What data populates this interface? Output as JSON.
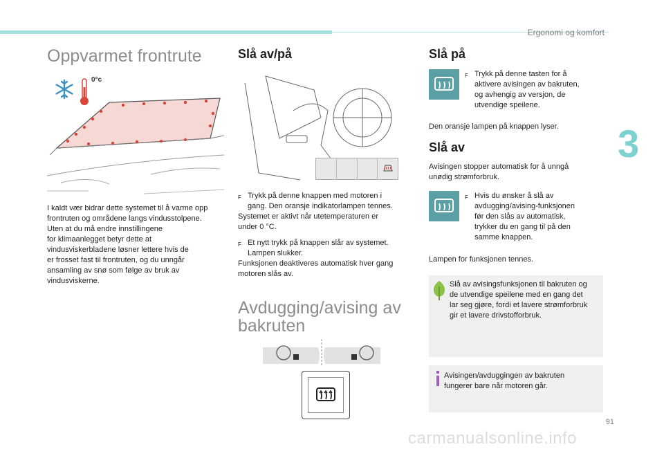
{
  "header": {
    "section": "Ergonomi og komfort",
    "chapter": "3",
    "page": "91"
  },
  "col1": {
    "title": "Oppvarmet frontrute",
    "temp_label": "0°c",
    "body": [
      "I kaldt vær bidrar dette systemet til å varme opp",
      "frontruten og områdene langs vindusstolpene.",
      "Uten at du må endre innstillingene",
      "for klimaanlegget betyr dette at",
      "vindusviskerbladene løsner lettere hvis de",
      "er frosset fast til frontruten, og du unngår",
      "ansamling av snø som følge av bruk av",
      "vindusviskerne."
    ]
  },
  "col2": {
    "heading": "Slå av/på",
    "bullet1": [
      "Trykk på denne knappen med motoren i",
      "gang. Den oransje indikatorlampen tennes."
    ],
    "para1": [
      "Systemet er aktivt når utetemperaturen er",
      "under 0 °C."
    ],
    "bullet2": [
      "Et nytt trykk på knappen slår av systemet.",
      "Lampen slukker."
    ],
    "para2": [
      "Funksjonen deaktiveres automatisk hver gang",
      "motoren slås av."
    ],
    "title2": [
      "Avdugging/avising av",
      "bakruten"
    ]
  },
  "col3": {
    "heading_on": "Slå på",
    "bullet_on": [
      "Trykk på denne tasten for å",
      "aktivere avisingen av bakruten,",
      "og avhengig av versjon, de",
      "utvendige speilene."
    ],
    "para_on": "Den oransje lampen på knappen lyser.",
    "heading_off": "Slå av",
    "para_off": [
      "Avisingen stopper automatisk for å unngå",
      "unødig strømforbruk."
    ],
    "bullet_off": [
      "Hvis du ønsker å slå av",
      "avdugging/avising-funksjonen",
      "før den slås av automatisk,",
      "trykker du en gang til på den",
      "samme knappen."
    ],
    "para_lamp": "Lampen for funksjonen tennes.",
    "eco_note": [
      "Slå av avisingsfunksjonen til bakruten og",
      "de utvendige speilene med en gang det",
      "lar seg gjøre, fordi et lavere strømforbruk",
      "gir et lavere drivstofforbruk."
    ],
    "info_note": [
      "Avisingen/avduggingen av bakruten",
      "fungerer bare når motoren går."
    ]
  },
  "watermark": "carmanualsonline.info",
  "colors": {
    "accent": "#5aa0a4",
    "topbar": "#a8e0e0",
    "heat_red": "#d9463a",
    "snow_blue": "#3b8fc2",
    "eco_green": "#8bc34a",
    "info_violet": "#9b5fc0"
  },
  "icons": [
    "snowflake-icon",
    "thermometer-icon",
    "rear-defrost-icon",
    "eco-leaf-icon",
    "info-icon"
  ]
}
